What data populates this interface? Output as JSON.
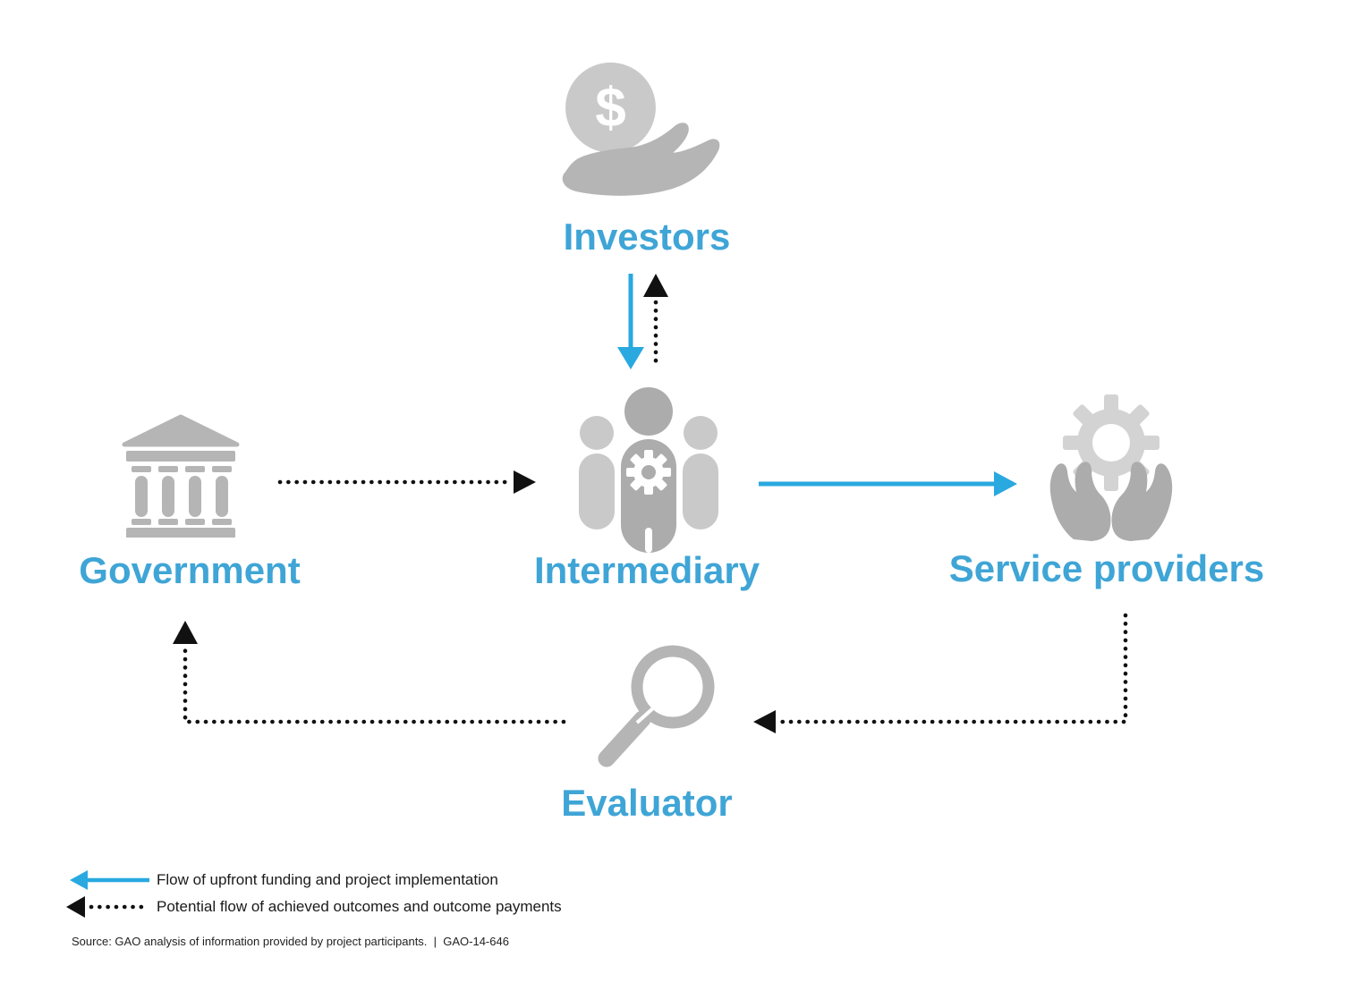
{
  "nodes": [
    {
      "id": "investors",
      "label": "Investors"
    },
    {
      "id": "government",
      "label": "Government"
    },
    {
      "id": "intermediary",
      "label": "Intermediary"
    },
    {
      "id": "service_providers",
      "label": "Service providers"
    },
    {
      "id": "evaluator",
      "label": "Evaluator"
    }
  ],
  "flows": [
    {
      "from": "Investors",
      "to": "Intermediary",
      "type": "solid-blue"
    },
    {
      "from": "Intermediary",
      "to": "Investors",
      "type": "dotted-black"
    },
    {
      "from": "Government",
      "to": "Intermediary",
      "type": "dotted-black"
    },
    {
      "from": "Intermediary",
      "to": "Service providers",
      "type": "solid-blue"
    },
    {
      "from": "Service providers",
      "to": "Evaluator",
      "type": "dotted-black"
    },
    {
      "from": "Evaluator",
      "to": "Government",
      "type": "dotted-black"
    }
  ],
  "icons": {
    "investors": "money-hand-icon",
    "government": "government-building-icon",
    "intermediary": "people-group-gear-icon",
    "service_providers": "hands-holding-gear-icon",
    "evaluator": "magnifier-icon",
    "dollar_glyph": "$"
  },
  "legend": {
    "items": [
      {
        "style": "solid-blue-left-arrow",
        "label": "Flow of upfront funding and project implementation"
      },
      {
        "style": "dotted-black-left-arrow",
        "label": "Potential flow of achieved outcomes and outcome payments"
      }
    ]
  },
  "source": "Source: GAO analysis of information provided by project participants.  |  GAO-14-646",
  "colors": {
    "flow_blue": "#29A9E0",
    "label_blue": "#3FA5D6",
    "dotted_black": "#111111",
    "icon_gray": "#B5B5B5",
    "icon_gray_light": "#C9C9C9",
    "icon_gray_dark": "#ACACAC"
  }
}
